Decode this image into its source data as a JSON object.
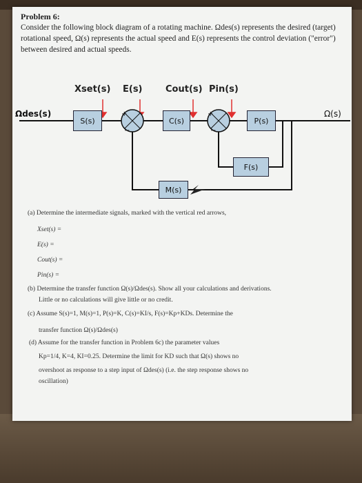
{
  "problem": {
    "title": "Problem 6:",
    "intro": "Consider the following block diagram of a rotating machine. Ωdes(s) represents the desired (target) rotational speed, Ω(s) represents the actual speed and E(s) represents the control deviation (\"error\") between desired and actual speeds."
  },
  "diagram": {
    "signals": [
      "Xset(s)",
      "E(s)",
      "Cout(s)",
      "Pin(s)"
    ],
    "input_label": "Ωdes(s)",
    "output_label": "Ω(s)",
    "blocks": {
      "s": "S(s)",
      "c": "C(s)",
      "p": "P(s)",
      "f": "F(s)",
      "m": "M(s)"
    },
    "plus": "+",
    "minus": "−"
  },
  "questions": {
    "a": "(a) Determine the intermediate signals, marked with the vertical red arrows,",
    "a_items": [
      "Xset(s) =",
      "E(s) =",
      "Cout(s) =",
      "Pin(s) ="
    ],
    "b": "(b) Determine the transfer function Ω(s)/Ωdes(s). Show all your calculations and derivations.",
    "b2": "Little or no calculations will give little or no credit.",
    "c": "(c) Assume S(s)=1, M(s)=1, P(s)=K, C(s)=KI/s, F(s)=Kp+KDs. Determine the",
    "c2": "transfer function Ω(s)/Ωdes(s)",
    "d": "(d) Assume for the transfer function in Problem 6c) the parameter values",
    "d2": "Kp=1/4, K=4, KI=0.25. Determine the limit for KD such that Ω(s) shows no",
    "d3": "overshoot as response to a step input of Ωdes(s) (i.e. the step response shows no",
    "d4": "oscillation)"
  },
  "colors": {
    "arrow": "#e03030",
    "block": "#b8cfe0",
    "paper": "#f3f4f2"
  }
}
